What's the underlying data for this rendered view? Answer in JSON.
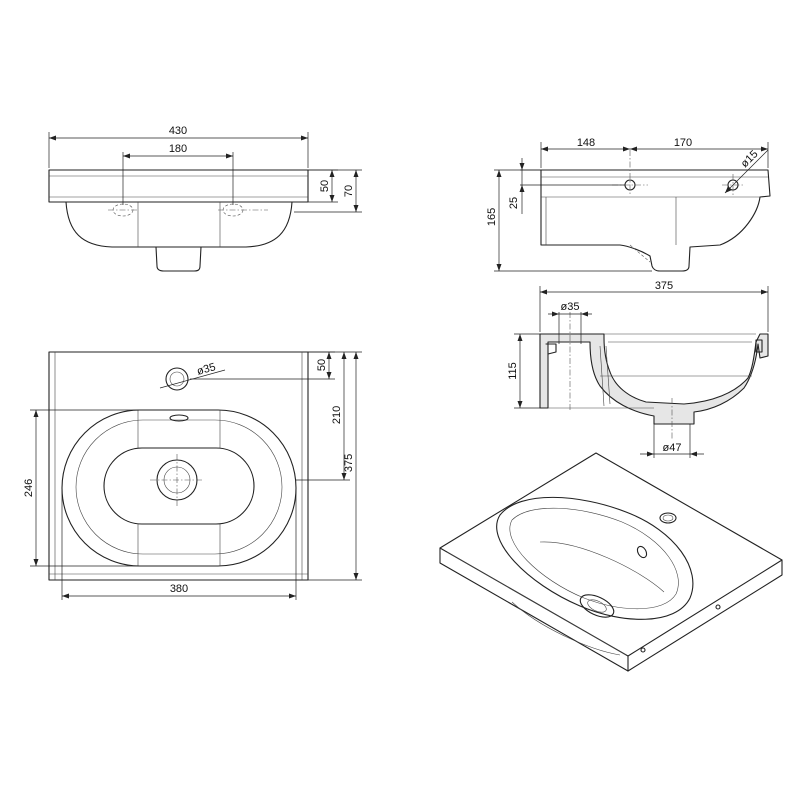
{
  "front_view": {
    "overall_width": "430",
    "tap_hole_spacing": "180",
    "rim_height": "50",
    "total_height": "70"
  },
  "side_view": {
    "depth_to_hole": "148",
    "hole_to_front": "170",
    "overflow_diameter": "ø15",
    "hole_height": "25",
    "total_height": "165"
  },
  "plan_view": {
    "tap_hole_diameter": "ø35",
    "hole_offset": "50",
    "bowl_depth": "210",
    "overall_depth": "375",
    "bowl_width": "246",
    "bowl_length": "380"
  },
  "section_view": {
    "overall_depth": "375",
    "tap_hole_diameter": "ø35",
    "section_height": "115",
    "waste_diameter": "ø47"
  }
}
